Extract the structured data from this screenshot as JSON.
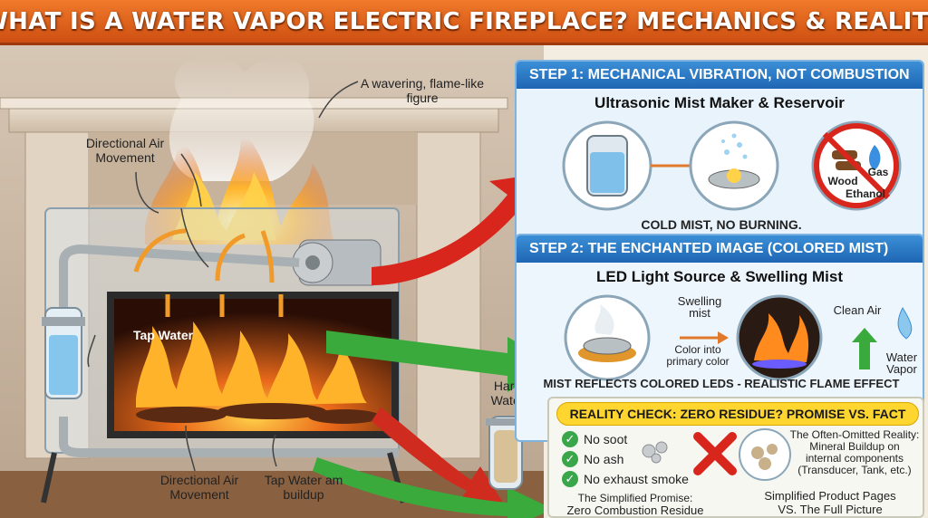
{
  "title": "WHAT IS A WATER VAPOR ELECTRIC FIREPLACE? MECHANICS & REALITY",
  "fireplace": {
    "flame_label": "A wavering, flame-like figure",
    "air_top_label": "Directional Air Movement",
    "tap_water_label": "Tap Water",
    "air_bottom_label": "Directional Air Movement",
    "buildup_label": "Tap Water am buildup",
    "hard_water_label": "Hard Water"
  },
  "step1": {
    "header": "STEP 1: MECHANICAL VIBRATION, NOT COMBUSTION",
    "subtitle": "Ultrasonic Mist Maker & Reservoir",
    "fuel_labels": [
      "Wood",
      "Gas",
      "Ethanol"
    ],
    "caption": "COLD MIST, NO BURNING."
  },
  "step2": {
    "header": "STEP 2: THE ENCHANTED IMAGE (COLORED MIST)",
    "subtitle": "LED Light Source & Swelling Mist",
    "swelling_label": "Swelling mist",
    "color_label": "Color into primary color",
    "clean_air_label": "Clean Air",
    "water_vapor_label": "Water Vapor",
    "caption": "MIST REFLECTS COLORED LEDS - REALISTIC FLAME EFFECT"
  },
  "reality": {
    "header": "REALITY CHECK: ZERO RESIDUE? PROMISE VS. FACT",
    "checks": [
      "No soot",
      "No ash",
      "No exhaust smoke"
    ],
    "promise_line1": "The Simplified Promise:",
    "promise_line2": "Zero Combustion Residue",
    "omitted_line1": "The Often-Omitted Reality:",
    "omitted_line2": "Mineral Buildup on",
    "omitted_line3": "internal components",
    "omitted_line4": "(Transducer, Tank, etc.)",
    "pages_line1": "Simplified Product Pages",
    "pages_line2": "VS. The Full Picture"
  },
  "colors": {
    "title_orange": "#e0631c",
    "step_blue": "#2a78c6",
    "highlight_yellow": "#ffd530",
    "check_green": "#3aa64a",
    "cross_red": "#d9261c"
  }
}
